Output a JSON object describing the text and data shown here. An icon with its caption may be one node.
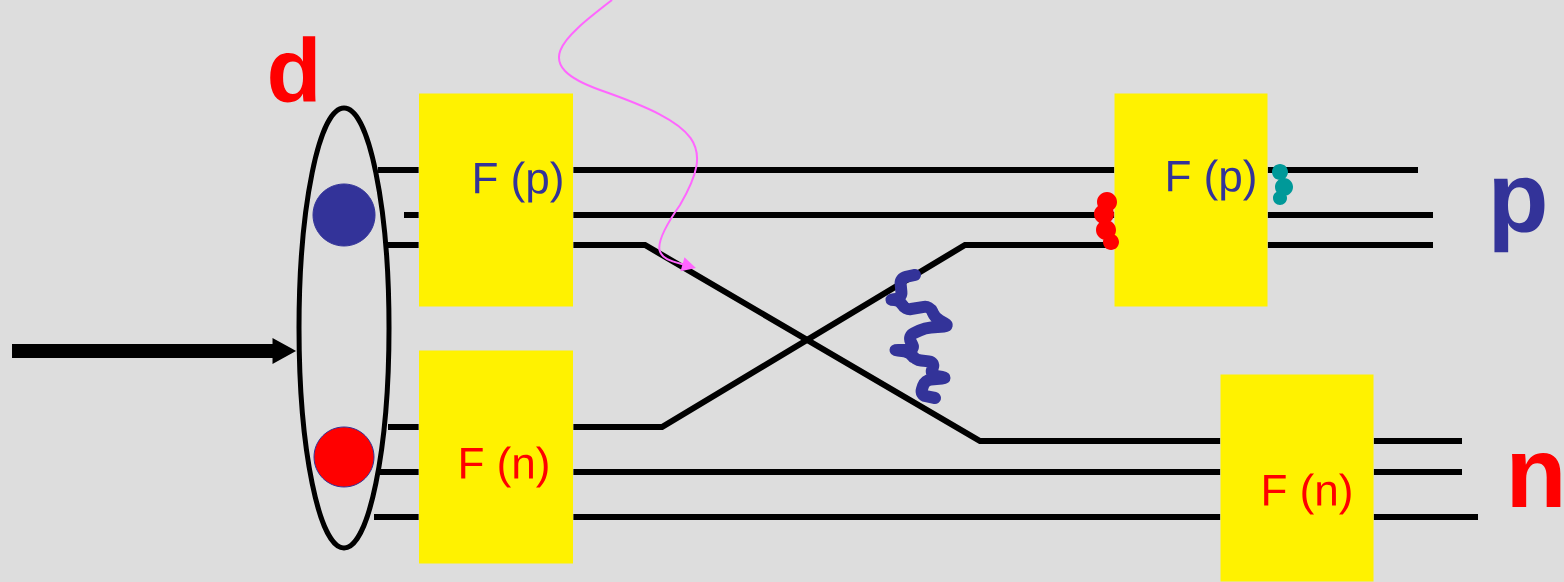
{
  "diagram": {
    "nodes": [
      {
        "text": [
          "d"
        ]
      },
      {
        "text": [],
        "shape": "circle",
        "in": 0
      },
      {
        "text": [],
        "shape": "circle",
        "in": 0
      },
      {
        "text": [
          "F (p)"
        ]
      },
      {
        "text": [
          "F (n)"
        ]
      },
      {
        "text": [
          "F (p)"
        ]
      },
      {
        "text": [
          "F (n)"
        ]
      }
    ],
    "edges": [
      {
        "from": null,
        "to": 0,
        "arrow": "to",
        "style": "thick"
      },
      {
        "from": 3,
        "to": 5,
        "arrow": "none"
      },
      {
        "from": 3,
        "to": 5,
        "arrow": "none"
      },
      {
        "from": 3,
        "to": 6,
        "arrow": "none"
      },
      {
        "from": 4,
        "to": 5,
        "arrow": "none"
      },
      {
        "from": 4,
        "to": 6,
        "arrow": "none"
      },
      {
        "from": 4,
        "to": 6,
        "arrow": "none"
      },
      {
        "from": 0,
        "to": 3,
        "arrow": "none"
      },
      {
        "from": null,
        "to": 3,
        "arrow": "none"
      },
      {
        "from": 0,
        "to": 3,
        "arrow": "none"
      },
      {
        "from": 0,
        "to": 4,
        "arrow": "none"
      },
      {
        "from": 0,
        "to": 4,
        "arrow": "none"
      },
      {
        "from": 0,
        "to": 4,
        "arrow": "none"
      }
    ],
    "labels": [
      "p",
      "n"
    ]
  }
}
